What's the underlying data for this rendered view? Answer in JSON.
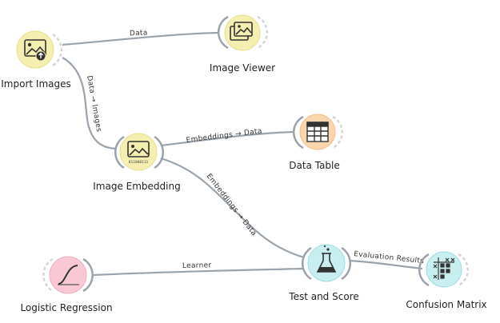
{
  "workflow": {
    "nodes": [
      {
        "id": "import-images",
        "label": "Import Images",
        "color": "#f4efb0",
        "icon": "image-upload-icon"
      },
      {
        "id": "image-viewer",
        "label": "Image Viewer",
        "color": "#f4efb0",
        "icon": "images-icon"
      },
      {
        "id": "image-embedding",
        "label": "Image Embedding",
        "color": "#f4efb0",
        "icon": "image-embedding-icon"
      },
      {
        "id": "data-table",
        "label": "Data Table",
        "color": "#fad5ad",
        "icon": "table-icon"
      },
      {
        "id": "logistic-regression",
        "label": "Logistic Regression",
        "color": "#f8c8d4",
        "icon": "sigmoid-curve-icon"
      },
      {
        "id": "test-and-score",
        "label": "Test and Score",
        "color": "#c8eef0",
        "icon": "flask-icon"
      },
      {
        "id": "confusion-matrix",
        "label": "Confusion Matrix",
        "color": "#c8eef0",
        "icon": "confusion-matrix-icon"
      }
    ],
    "links": [
      {
        "id": "link-import-viewer",
        "label": "Data"
      },
      {
        "id": "link-import-embedding",
        "label": "Data → Images"
      },
      {
        "id": "link-embedding-table",
        "label": "Embeddings → Data"
      },
      {
        "id": "link-embedding-test",
        "label": "Embeddings → Data"
      },
      {
        "id": "link-logreg-test",
        "label": "Learner"
      },
      {
        "id": "link-test-confusion",
        "label": "Evaluation Results"
      }
    ],
    "icon_texts": {
      "embedding_bits": "011000111"
    }
  }
}
